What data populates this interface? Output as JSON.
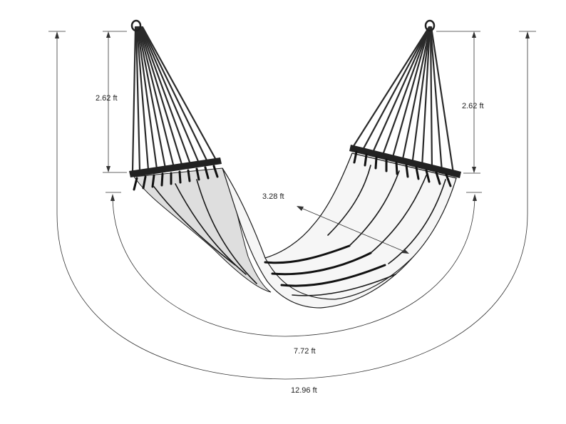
{
  "dimensions": {
    "left_rope_length": "2.62 ft",
    "right_rope_length": "2.62 ft",
    "bed_width": "3.28 ft",
    "bed_length": "7.72 ft",
    "overall_length": "12.96 ft"
  },
  "colors": {
    "line": "#333333",
    "rope": "#2a2a2a",
    "fabric": "#f6f6f6",
    "fabric_shade": "#dedede",
    "spreader_bar": "#222222"
  }
}
